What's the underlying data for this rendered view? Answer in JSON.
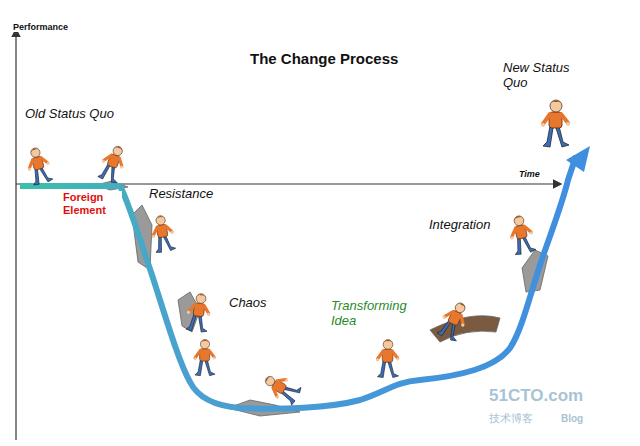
{
  "diagram": {
    "title": "The Change Process",
    "labels": [
      "Performance",
      "Old Status Quo",
      "Foreign Element",
      "Resistance",
      "Chaos",
      "Transforming Idea",
      "Integration",
      "New Status Quo",
      "Time",
      "51CTO.com",
      "技术博客",
      "Blog"
    ]
  }
}
